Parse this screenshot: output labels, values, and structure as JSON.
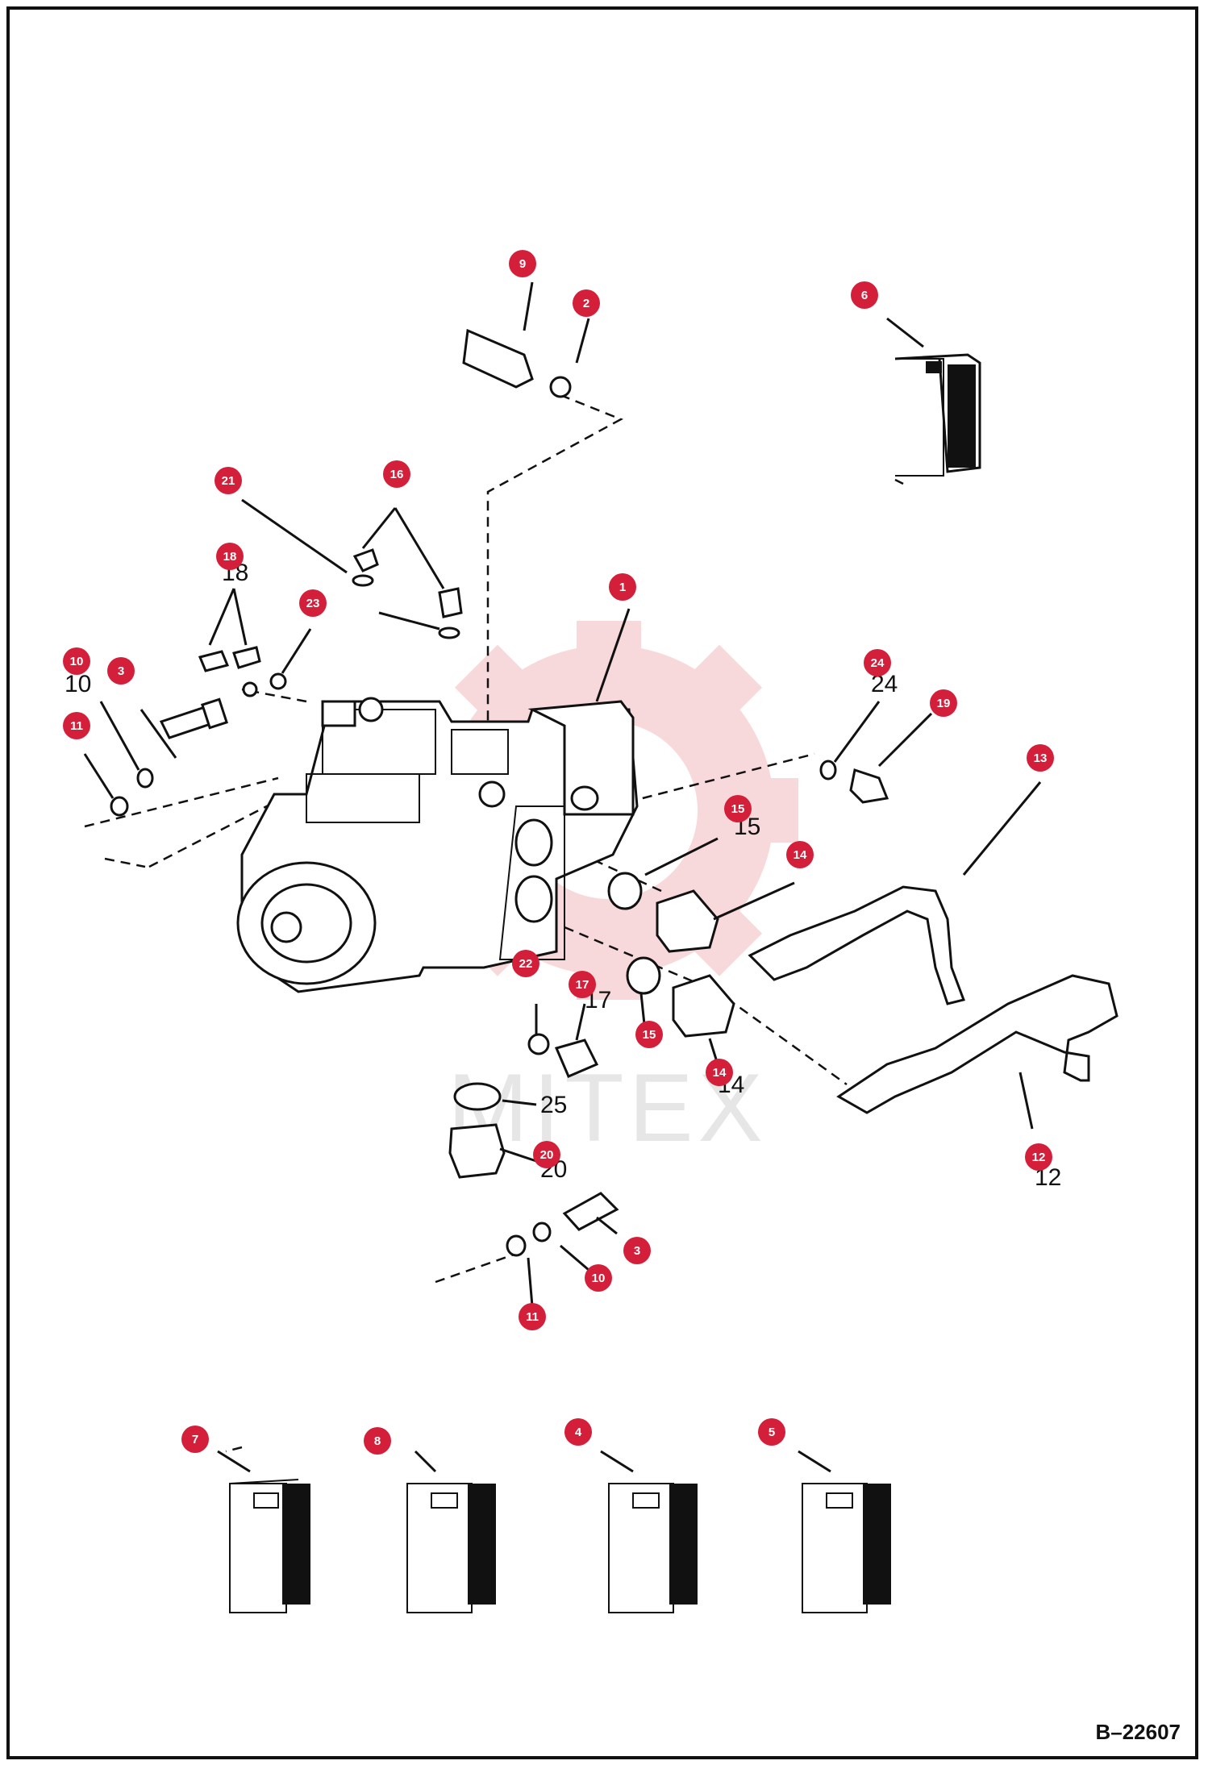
{
  "drawing_number": "B–22607",
  "watermark": "MITEX",
  "colors": {
    "callout": "#d41f3a",
    "line": "#111111",
    "watermark_gear": "#f8d5d8"
  },
  "callouts": [
    {
      "id": "c1",
      "number": "1"
    },
    {
      "id": "c2",
      "number": "2"
    },
    {
      "id": "c3a",
      "number": "3"
    },
    {
      "id": "c3b",
      "number": "3"
    },
    {
      "id": "c4",
      "number": "4"
    },
    {
      "id": "c5",
      "number": "5"
    },
    {
      "id": "c6",
      "number": "6"
    },
    {
      "id": "c7",
      "number": "7"
    },
    {
      "id": "c8",
      "number": "8"
    },
    {
      "id": "c9",
      "number": "9"
    },
    {
      "id": "c10a",
      "number": "10"
    },
    {
      "id": "c10b",
      "number": "10"
    },
    {
      "id": "c11a",
      "number": "11"
    },
    {
      "id": "c11b",
      "number": "11"
    },
    {
      "id": "c12",
      "number": "12"
    },
    {
      "id": "c13",
      "number": "13"
    },
    {
      "id": "c14a",
      "number": "14"
    },
    {
      "id": "c14b",
      "number": "14"
    },
    {
      "id": "c15a",
      "number": "15"
    },
    {
      "id": "c15b",
      "number": "15"
    },
    {
      "id": "c16",
      "number": "16"
    },
    {
      "id": "c17",
      "number": "17"
    },
    {
      "id": "c18",
      "number": "18"
    },
    {
      "id": "c19",
      "number": "19"
    },
    {
      "id": "c20",
      "number": "20"
    },
    {
      "id": "c21",
      "number": "21"
    },
    {
      "id": "c22",
      "number": "22"
    },
    {
      "id": "c23",
      "number": "23"
    },
    {
      "id": "c24",
      "number": "24"
    }
  ],
  "printed_labels": [
    "10",
    "24",
    "15",
    "17",
    "25",
    "20",
    "12",
    "14",
    "18"
  ]
}
